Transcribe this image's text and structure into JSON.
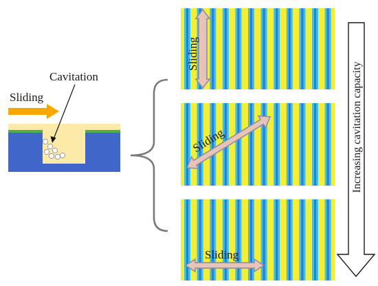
{
  "schematic": {
    "sliding_label": "Sliding",
    "cavitation_label": "Cavitation"
  },
  "panels": [
    {
      "sliding_label": "Sliding",
      "direction": "vertical"
    },
    {
      "sliding_label": "Sliding",
      "direction": "diagonal"
    },
    {
      "sliding_label": "Sliding",
      "direction": "horizontal"
    }
  ],
  "side_arrow": {
    "label": "Increasing cavitation capacity"
  },
  "colors": {
    "arrow_orange": "#f6a800",
    "lubricant_beige": "#fde9a8",
    "substrate_blue": "#3f66c8",
    "coating_green": "#4caf50",
    "field_yellow": "#f2ee3a",
    "field_cyan": "#3cc1e8",
    "field_blue": "#2e63c7",
    "sliding_arrow_fill": "#e8c4b8",
    "sliding_arrow_stroke": "#8a8a9e"
  }
}
